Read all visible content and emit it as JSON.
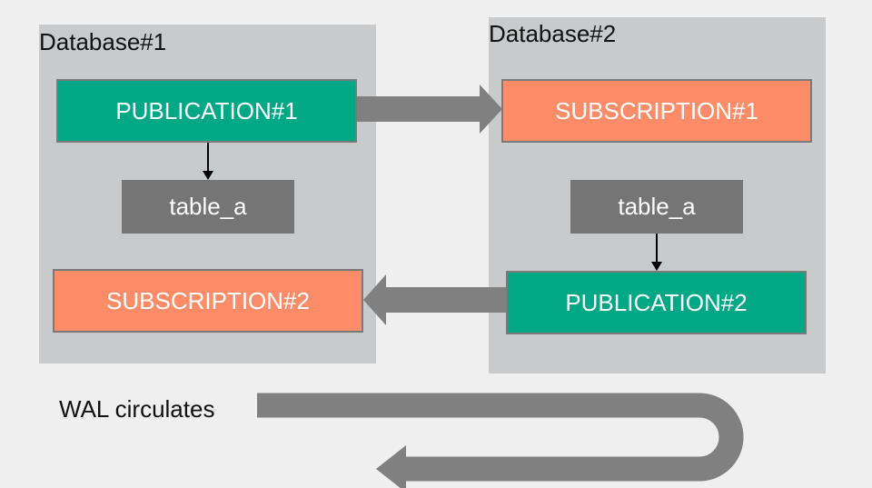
{
  "database1": {
    "title": "Database#1",
    "publication": "PUBLICATION#1",
    "table": "table_a",
    "subscription": "SUBSCRIPTION#2"
  },
  "database2": {
    "title": "Database#2",
    "subscription": "SUBSCRIPTION#1",
    "table": "table_a",
    "publication": "PUBLICATION#2"
  },
  "wal_label": "WAL circulates",
  "colors": {
    "publication": "#00a886",
    "subscription": "#ff8c68",
    "table": "#757575",
    "panel": "#c8cacc",
    "arrow": "#808080",
    "background": "#efefef"
  }
}
